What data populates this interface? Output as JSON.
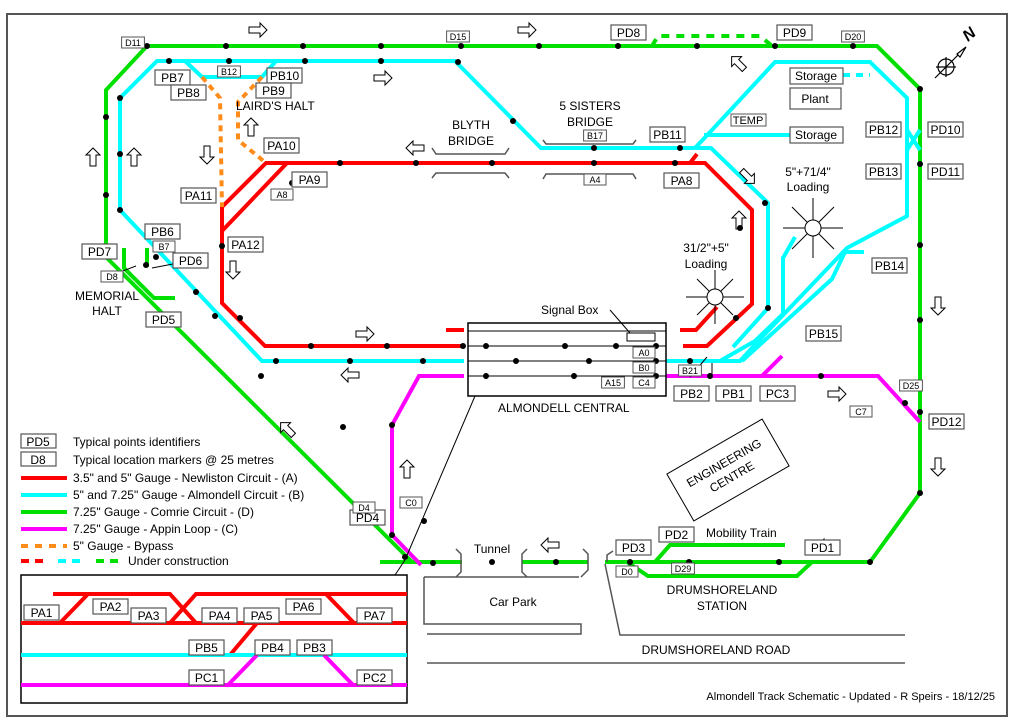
{
  "colors": {
    "newliston": "#ff0000",
    "almondell": "#00ffff",
    "comrie": "#00e000",
    "appin": "#ff00ff",
    "bypass": "#ff8c1a",
    "frame": "#555555"
  },
  "title": "Almondell Track Schematic - Updated  - R Speirs - 18/12/25",
  "compass": {
    "icon": "north-arrow-icon",
    "letter": "N"
  },
  "places": {
    "lairds_halt": "LAIRD'S HALT",
    "blyth_bridge": [
      "BLYTH",
      "BRIDGE"
    ],
    "five_sisters_bridge": [
      "5 SISTERS",
      "BRIDGE"
    ],
    "memorial_halt": [
      "MEMORIAL",
      "HALT"
    ],
    "signal_box": "Signal Box",
    "almondell_central": "ALMONDELL CENTRAL",
    "loading_a": [
      "31/2\"+5\"",
      "Loading"
    ],
    "loading_b": [
      "5\"+71/4\"",
      "Loading"
    ],
    "storage_1": "Storage",
    "plant": "Plant",
    "storage_2": "Storage",
    "temp": "TEMP",
    "engineering_centre": [
      "ENGINEERING",
      "CENTRE"
    ],
    "tunnel": "Tunnel",
    "car_park": "Car Park",
    "mobility_train": "Mobility Train",
    "drumshoreland_station": [
      "DRUMSHORELAND",
      "STATION"
    ],
    "drumshoreland_road": "DRUMSHORELAND ROAD"
  },
  "points": {
    "PB7": "PB7",
    "PB8": "PB8",
    "PB9": "PB9",
    "PB10": "PB10",
    "PA10": "PA10",
    "PA9": "PA9",
    "PA11": "PA11",
    "PA12": "PA12",
    "PB6": "PB6",
    "PD7": "PD7",
    "PD6": "PD6",
    "PD5": "PD5",
    "PD8": "PD8",
    "PD9": "PD9",
    "PB11": "PB11",
    "PA8": "PA8",
    "PB12": "PB12",
    "PB13": "PB13",
    "PD10": "PD10",
    "PD11": "PD11",
    "PB14": "PB14",
    "PB15": "PB15",
    "PB2": "PB2",
    "PB1": "PB1",
    "PC3": "PC3",
    "PD12": "PD12",
    "PD4": "PD4",
    "PD3": "PD3",
    "PD2": "PD2",
    "PD1": "PD1"
  },
  "markers": {
    "D11": "D11",
    "D15": "D15",
    "D20": "D20",
    "B12": "B12",
    "A8": "A8",
    "B7": "B7",
    "D8": "D8",
    "B17": "B17",
    "A4": "A4",
    "A15": "A15",
    "A0": "A0",
    "B0": "B0",
    "C4": "C4",
    "B21": "B21",
    "D25": "D25",
    "C7": "C7",
    "D4": "D4",
    "C0": "C0",
    "D0": "D0",
    "D29": "D29"
  },
  "legend": {
    "points_sample": "PD5",
    "points_text": "Typical points identifiers",
    "marker_sample": "D8",
    "marker_text": "Typical location markers @ 25 metres",
    "items": [
      {
        "color_key": "newliston",
        "style": "solid",
        "label": "3.5\" and 5\" Gauge - Newliston Circuit - (A)"
      },
      {
        "color_key": "almondell",
        "style": "solid",
        "label": "5\" and 7.25\" Gauge - Almondell Circuit - (B)"
      },
      {
        "color_key": "comrie",
        "style": "solid",
        "label": "7.25\" Gauge - Comrie Circuit - (D)"
      },
      {
        "color_key": "appin",
        "style": "solid",
        "label": "7.25\" Gauge - Appin Loop - (C)"
      },
      {
        "color_key": "bypass",
        "style": "dashed",
        "label": "5\" Gauge - Bypass"
      }
    ],
    "construction_label": "Under construction"
  },
  "inset": {
    "points": [
      "PA1",
      "PA2",
      "PA3",
      "PA4",
      "PA5",
      "PA6",
      "PA7",
      "PB5",
      "PB4",
      "PB3",
      "PC1",
      "PC2"
    ]
  }
}
